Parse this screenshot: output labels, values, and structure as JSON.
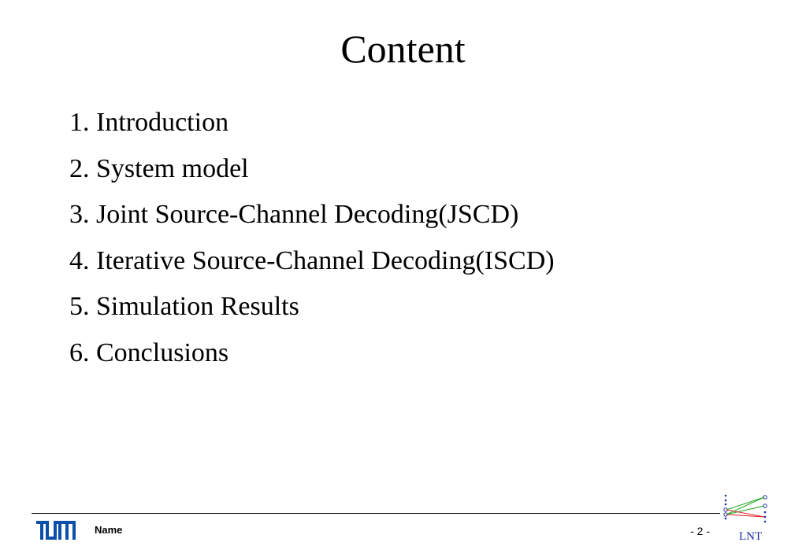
{
  "slide": {
    "title": "Content",
    "items": [
      "1. Introduction",
      "2. System model",
      "3. Joint Source-Channel Decoding(JSCD)",
      "4. Iterative Source-Channel Decoding(ISCD)",
      "5. Simulation Results",
      "6. Conclusions"
    ]
  },
  "footer": {
    "author": "Name",
    "page": "- 2 -",
    "institution_logo_text": "LNT",
    "university_logo": "tum-logo-icon"
  },
  "colors": {
    "tum_blue": "#0b4fa8",
    "lnt_blue": "#1a2fa8",
    "lnt_green": "#1fa81f",
    "lnt_red": "#e0262a"
  }
}
